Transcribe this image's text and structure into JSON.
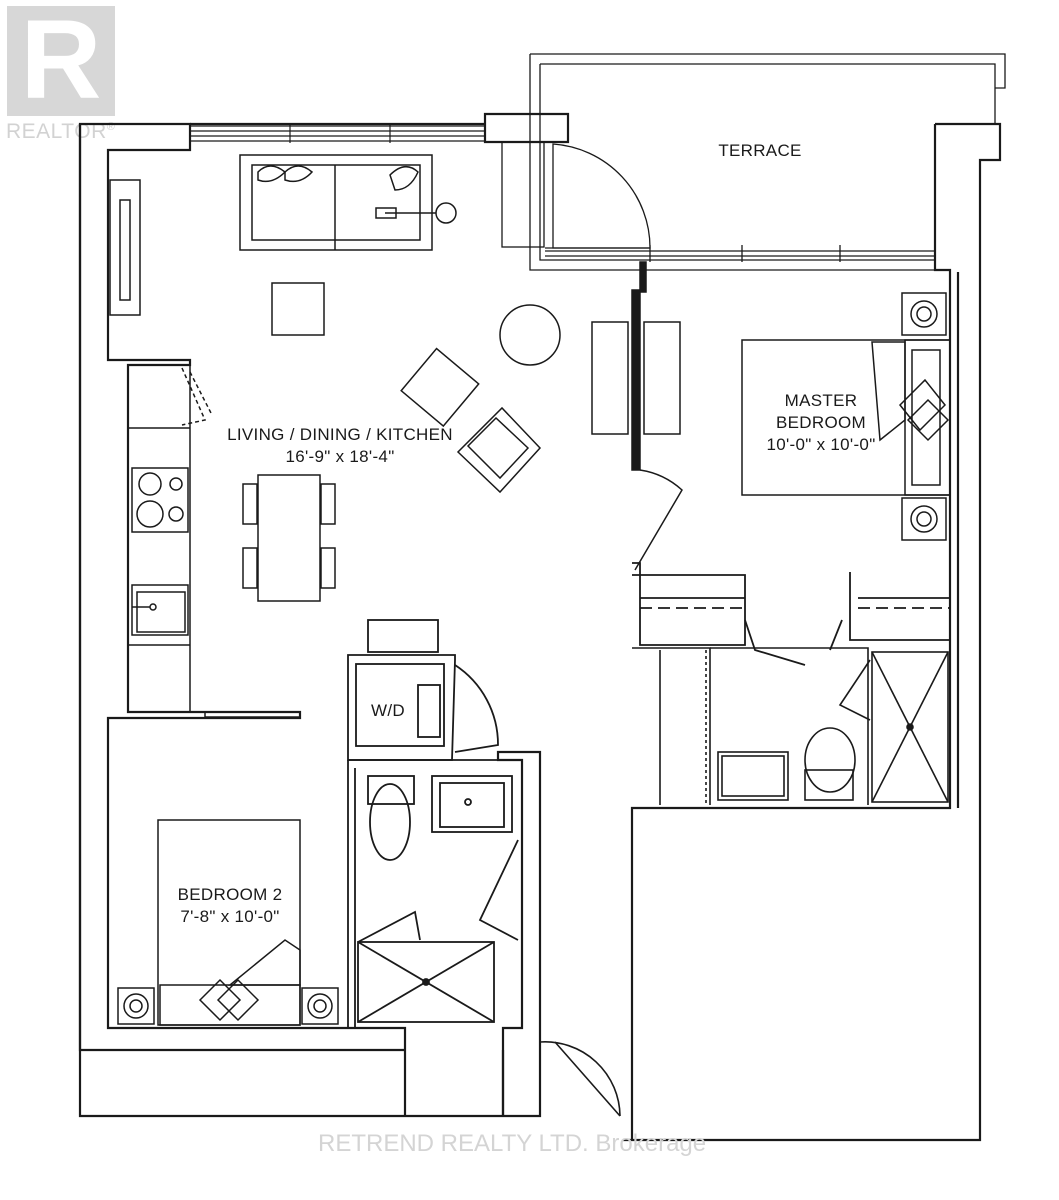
{
  "logo": {
    "mark": "R",
    "wordmark": "REALTOR",
    "registered": "®"
  },
  "rooms": {
    "terrace": "TERRACE",
    "living": {
      "name": "LIVING / DINING / KITCHEN",
      "dims": "16'-9\" x 18'-4\""
    },
    "master": {
      "line1": "MASTER",
      "line2": "BEDROOM",
      "dims": "10'-0\" x 10'-0\""
    },
    "bedroom2": {
      "name": "BEDROOM 2",
      "dims": "7'-8\" x 10'-0\""
    },
    "laundry": "W/D"
  },
  "watermark": "RETREND REALTY LTD. Brokerage",
  "colors": {
    "line": "#1a1a1a",
    "fill": "#ffffff",
    "wall": "#1a1a1a",
    "watermark": "#d4d4d4"
  }
}
